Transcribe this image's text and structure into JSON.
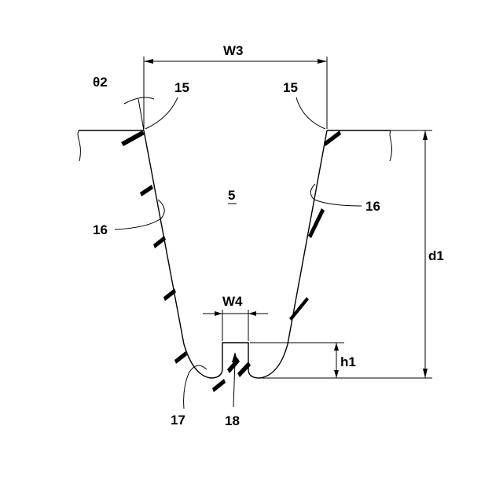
{
  "labels": {
    "w3": "W3",
    "theta2": "θ2",
    "ref15_left": "15",
    "ref15_right": "15",
    "groove": "5",
    "ref16_right": "16",
    "ref16_left": "16",
    "d1": "d1",
    "w4": "W4",
    "h1": "h1",
    "ref17": "17",
    "ref18": "18"
  }
}
